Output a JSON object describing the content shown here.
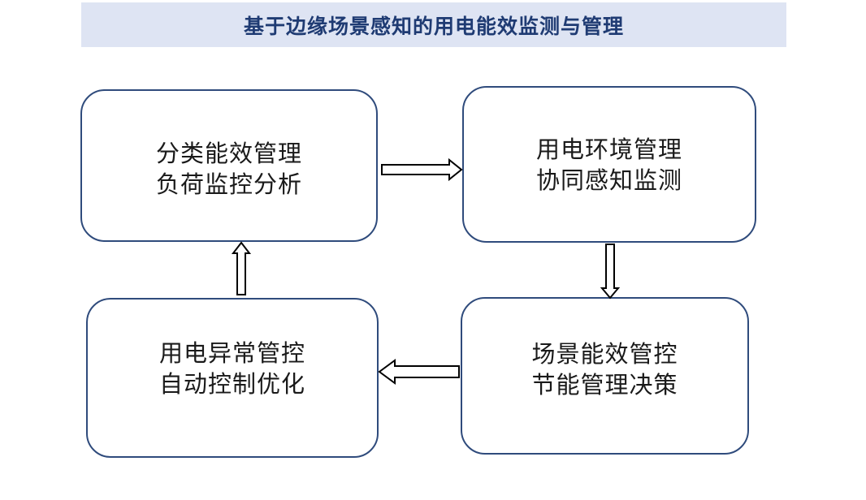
{
  "title": "基于边缘场景感知的用电能效监测与管理",
  "boxes": [
    {
      "line1": "分类能效管理",
      "line2": "负荷监控分析"
    },
    {
      "line1": "用电环境管理",
      "line2": "协同感知监测"
    },
    {
      "line1": "场景能效管控",
      "line2": "节能管理决策"
    },
    {
      "line1": "用电异常管控",
      "line2": "自动控制优化"
    }
  ],
  "colors": {
    "title_bg": "#dee4f3",
    "title_text": "#1f3b73",
    "box_border": "#2f4b7c",
    "arrow": "#000000"
  }
}
